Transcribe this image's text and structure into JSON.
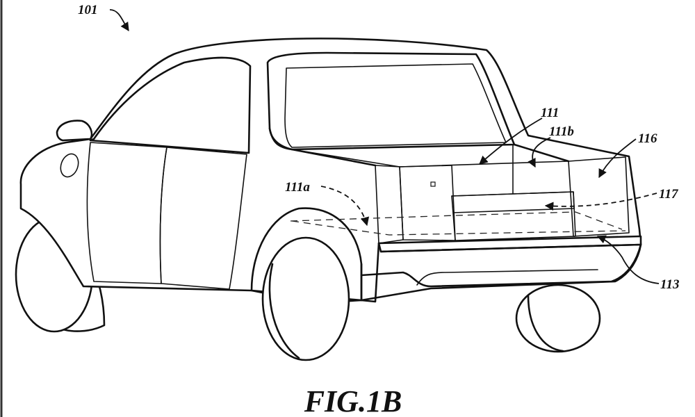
{
  "figure": {
    "caption": "FIG.1B",
    "labels": {
      "vehicle": "101",
      "cargo_area": "111",
      "floor_area": "111a",
      "inner_area": "111b",
      "tailgate": "113",
      "side_wall": "116",
      "storage_box": "117"
    }
  }
}
